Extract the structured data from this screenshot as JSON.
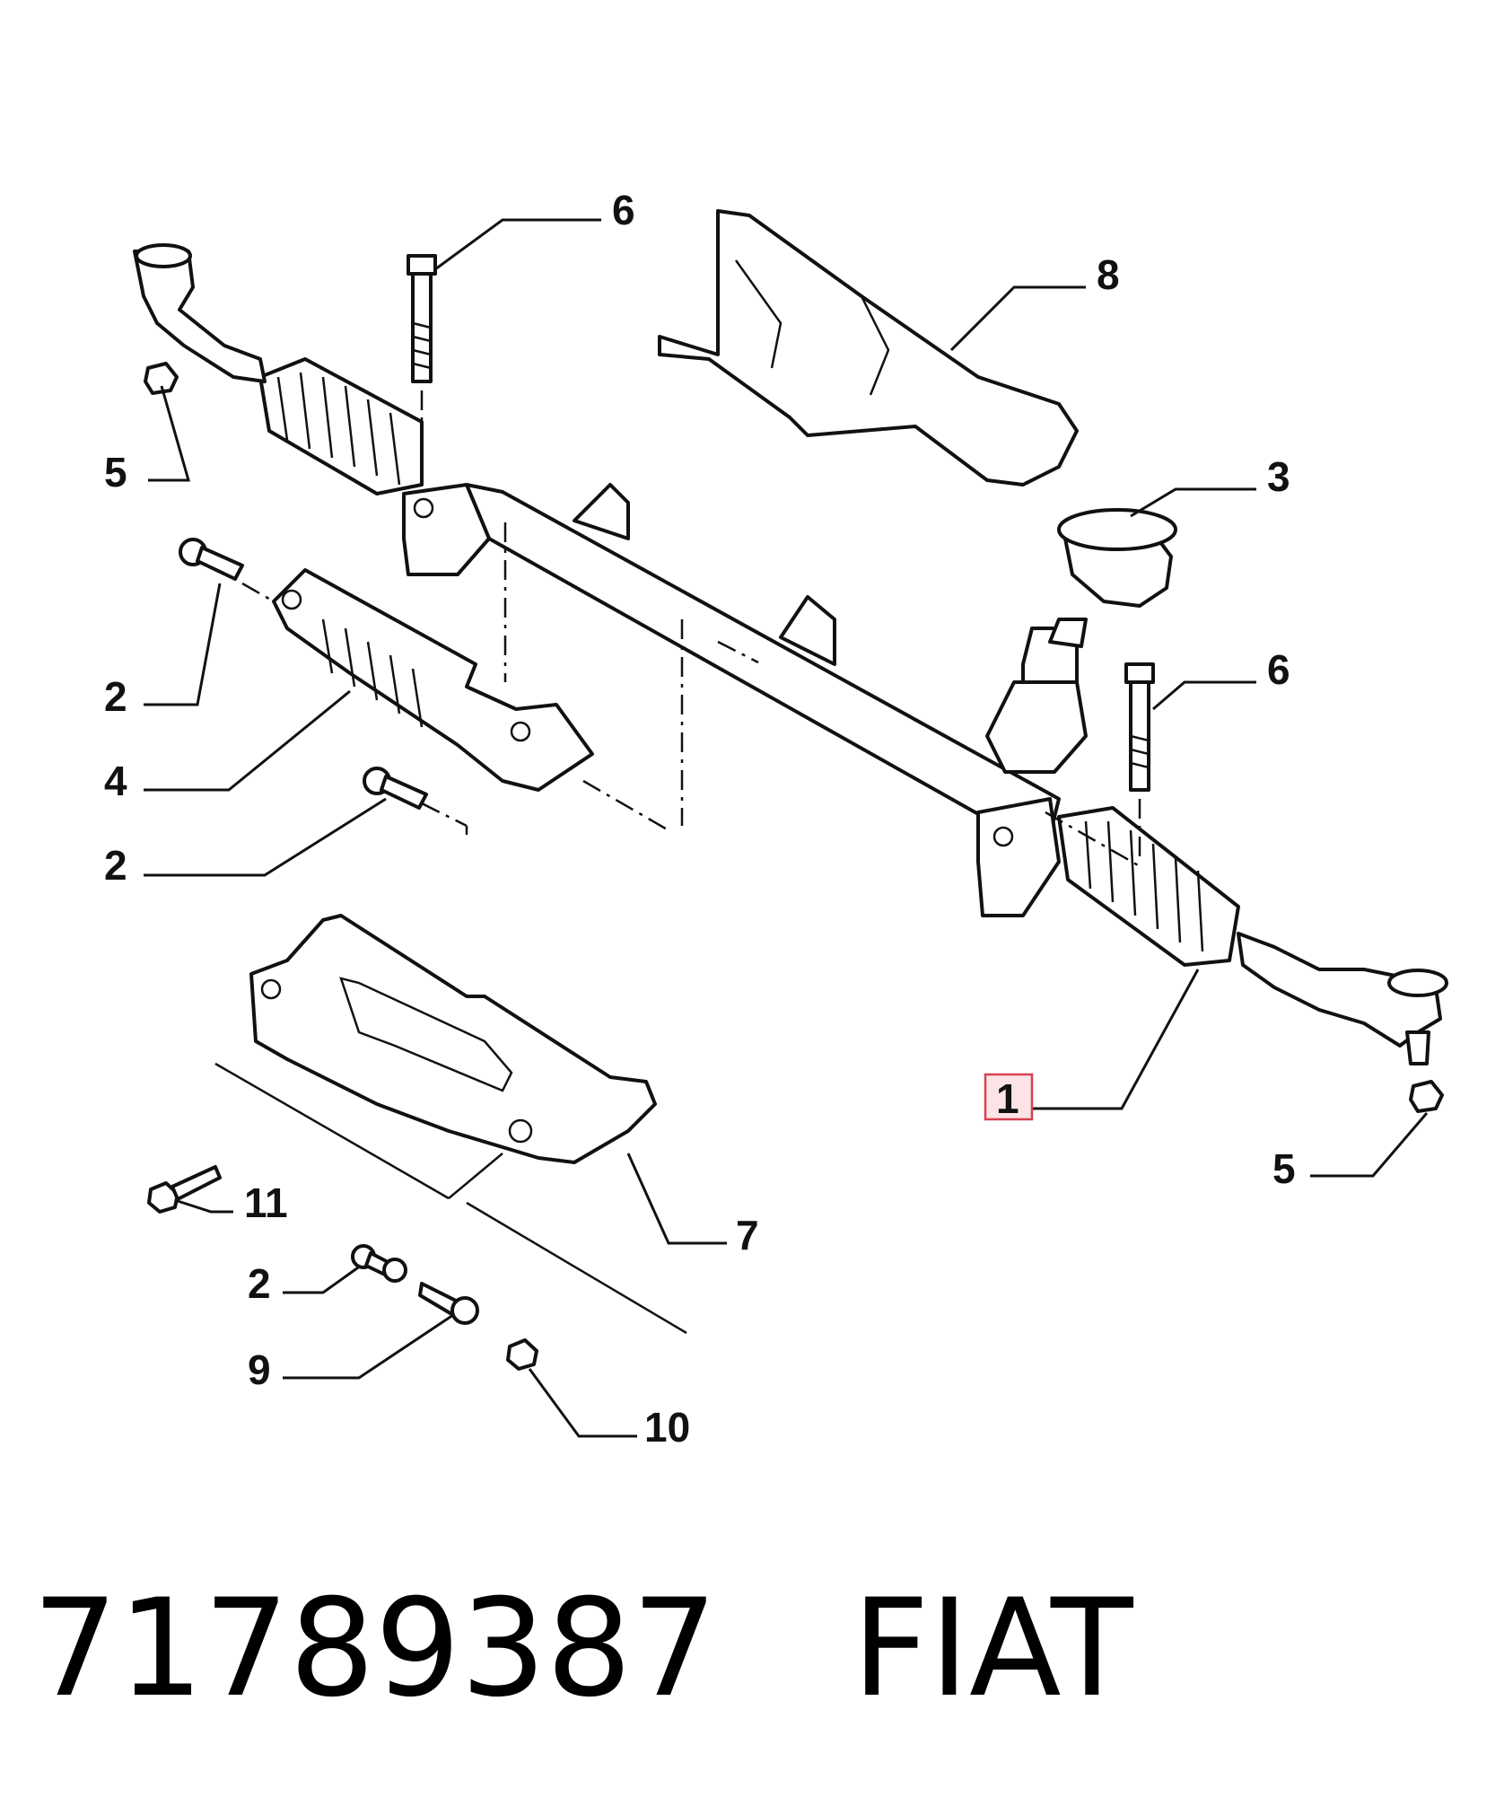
{
  "callouts": [
    {
      "id": "c6a",
      "label": "6"
    },
    {
      "id": "c8",
      "label": "8"
    },
    {
      "id": "c5a",
      "label": "5"
    },
    {
      "id": "c3",
      "label": "3"
    },
    {
      "id": "c2a",
      "label": "2"
    },
    {
      "id": "c6b",
      "label": "6"
    },
    {
      "id": "c4",
      "label": "4"
    },
    {
      "id": "c2b",
      "label": "2"
    },
    {
      "id": "c1",
      "label": "1",
      "highlighted": true
    },
    {
      "id": "c5b",
      "label": "5"
    },
    {
      "id": "c11",
      "label": "11"
    },
    {
      "id": "c7",
      "label": "7"
    },
    {
      "id": "c2c",
      "label": "2"
    },
    {
      "id": "c9",
      "label": "9"
    },
    {
      "id": "c10",
      "label": "10"
    }
  ],
  "footer": {
    "part_number": "71789387",
    "brand": "FIAT"
  },
  "colors": {
    "line": "#111111",
    "highlight_fill": "#fbe3e6",
    "highlight_stroke": "#d6404f"
  }
}
